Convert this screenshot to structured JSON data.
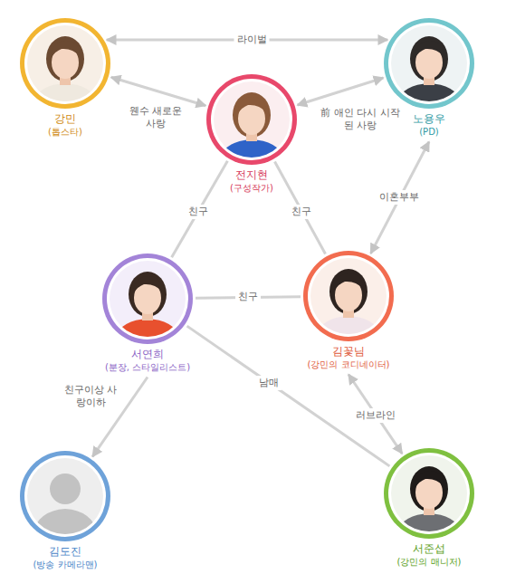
{
  "diagram": {
    "nodes": [
      {
        "text": [
          "강민",
          "(톱스타)"
        ]
      },
      {
        "text": [
          "노용우",
          "(PD)"
        ]
      },
      {
        "text": [
          "전지현",
          "(구성작가)"
        ]
      },
      {
        "text": [
          "서연희",
          "(분장, 스타일리스트)"
        ]
      },
      {
        "text": [
          "김꽃님",
          "(강민의 코디네이터)"
        ]
      },
      {
        "text": [
          "김도진",
          "(방송 카메라맨)"
        ]
      },
      {
        "text": [
          "서준섭",
          "(강민의 매니저)"
        ]
      }
    ],
    "edges": [
      {
        "from": 0,
        "to": 1,
        "arrow": "both",
        "label": "라이벌"
      },
      {
        "from": 0,
        "to": 2,
        "arrow": "both",
        "label": "웬수 새로운 사랑"
      },
      {
        "from": 1,
        "to": 2,
        "arrow": "both",
        "label": "前 애인 다시 시작된 사랑"
      },
      {
        "from": 1,
        "to": 4,
        "arrow": "both",
        "label": "이혼부부"
      },
      {
        "from": 2,
        "to": 3,
        "arrow": "none",
        "label": "친구"
      },
      {
        "from": 2,
        "to": 4,
        "arrow": "none",
        "label": "친구"
      },
      {
        "from": 3,
        "to": 4,
        "arrow": "none",
        "label": "친구"
      },
      {
        "from": 3,
        "to": 5,
        "arrow": "to",
        "label": "친구이상 사랑이하"
      },
      {
        "from": 3,
        "to": 6,
        "arrow": "none",
        "label": "남매"
      },
      {
        "from": 4,
        "to": 6,
        "arrow": "both",
        "label": "러브라인"
      }
    ]
  }
}
